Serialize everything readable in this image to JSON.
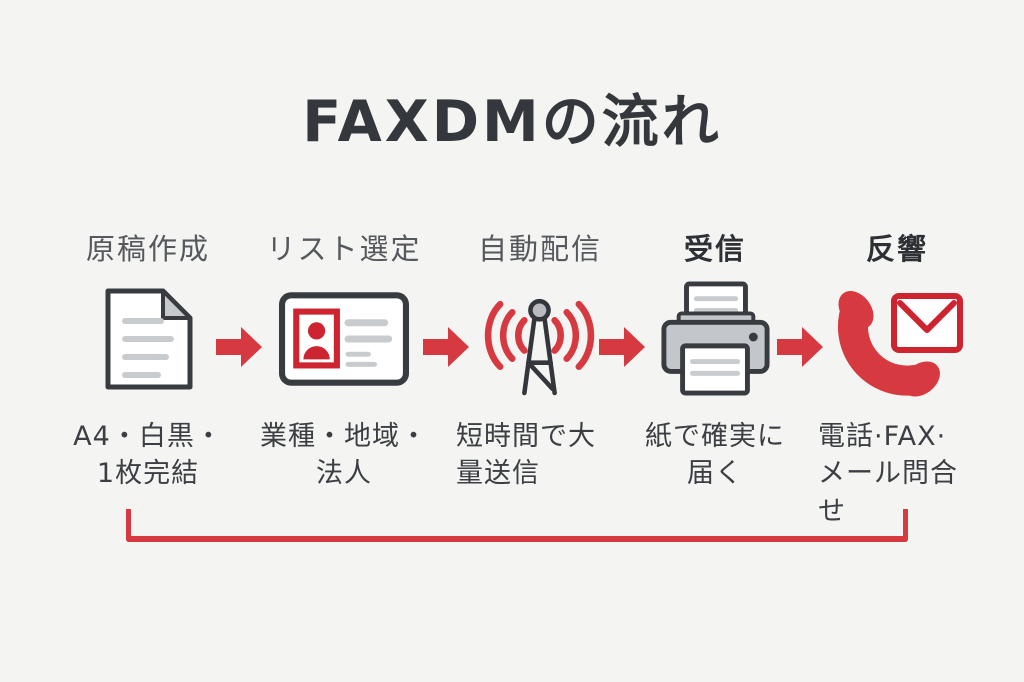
{
  "title": "FAXDMの流れ",
  "colors": {
    "background": "#f4f4f2",
    "accent_red": "#d6393f",
    "deep_red": "#cd2430",
    "outline_dark": "#383b40",
    "gray_fill": "#c3c7cb",
    "line_gray": "#c9ccce",
    "heading_gray": "#55585d",
    "heading_dark": "#2d3035",
    "text_dark": "#3b3e43"
  },
  "steps": [
    {
      "heading": "原稿作成",
      "icon": "document-icon",
      "caption": [
        "A4・白黒・",
        "1枚完結"
      ]
    },
    {
      "heading": "リスト選定",
      "icon": "id-card-icon",
      "caption": [
        "業種・地域・",
        "法人"
      ]
    },
    {
      "heading": "自動配信",
      "icon": "broadcast-antenna-icon",
      "caption": [
        "短時間で大",
        "量送信"
      ]
    },
    {
      "heading": "受信",
      "icon": "fax-printer-icon",
      "caption": [
        "紙で確実に",
        "届く"
      ]
    },
    {
      "heading": "反響",
      "icon": "phone-mail-icon",
      "caption": [
        "電話·FAX·",
        "メール問合せ"
      ]
    }
  ],
  "arrows": {
    "count": 4,
    "direction": "right",
    "color": "#d6393f"
  },
  "bracket": {
    "shape": "u-bracket",
    "color": "#d6393f"
  }
}
